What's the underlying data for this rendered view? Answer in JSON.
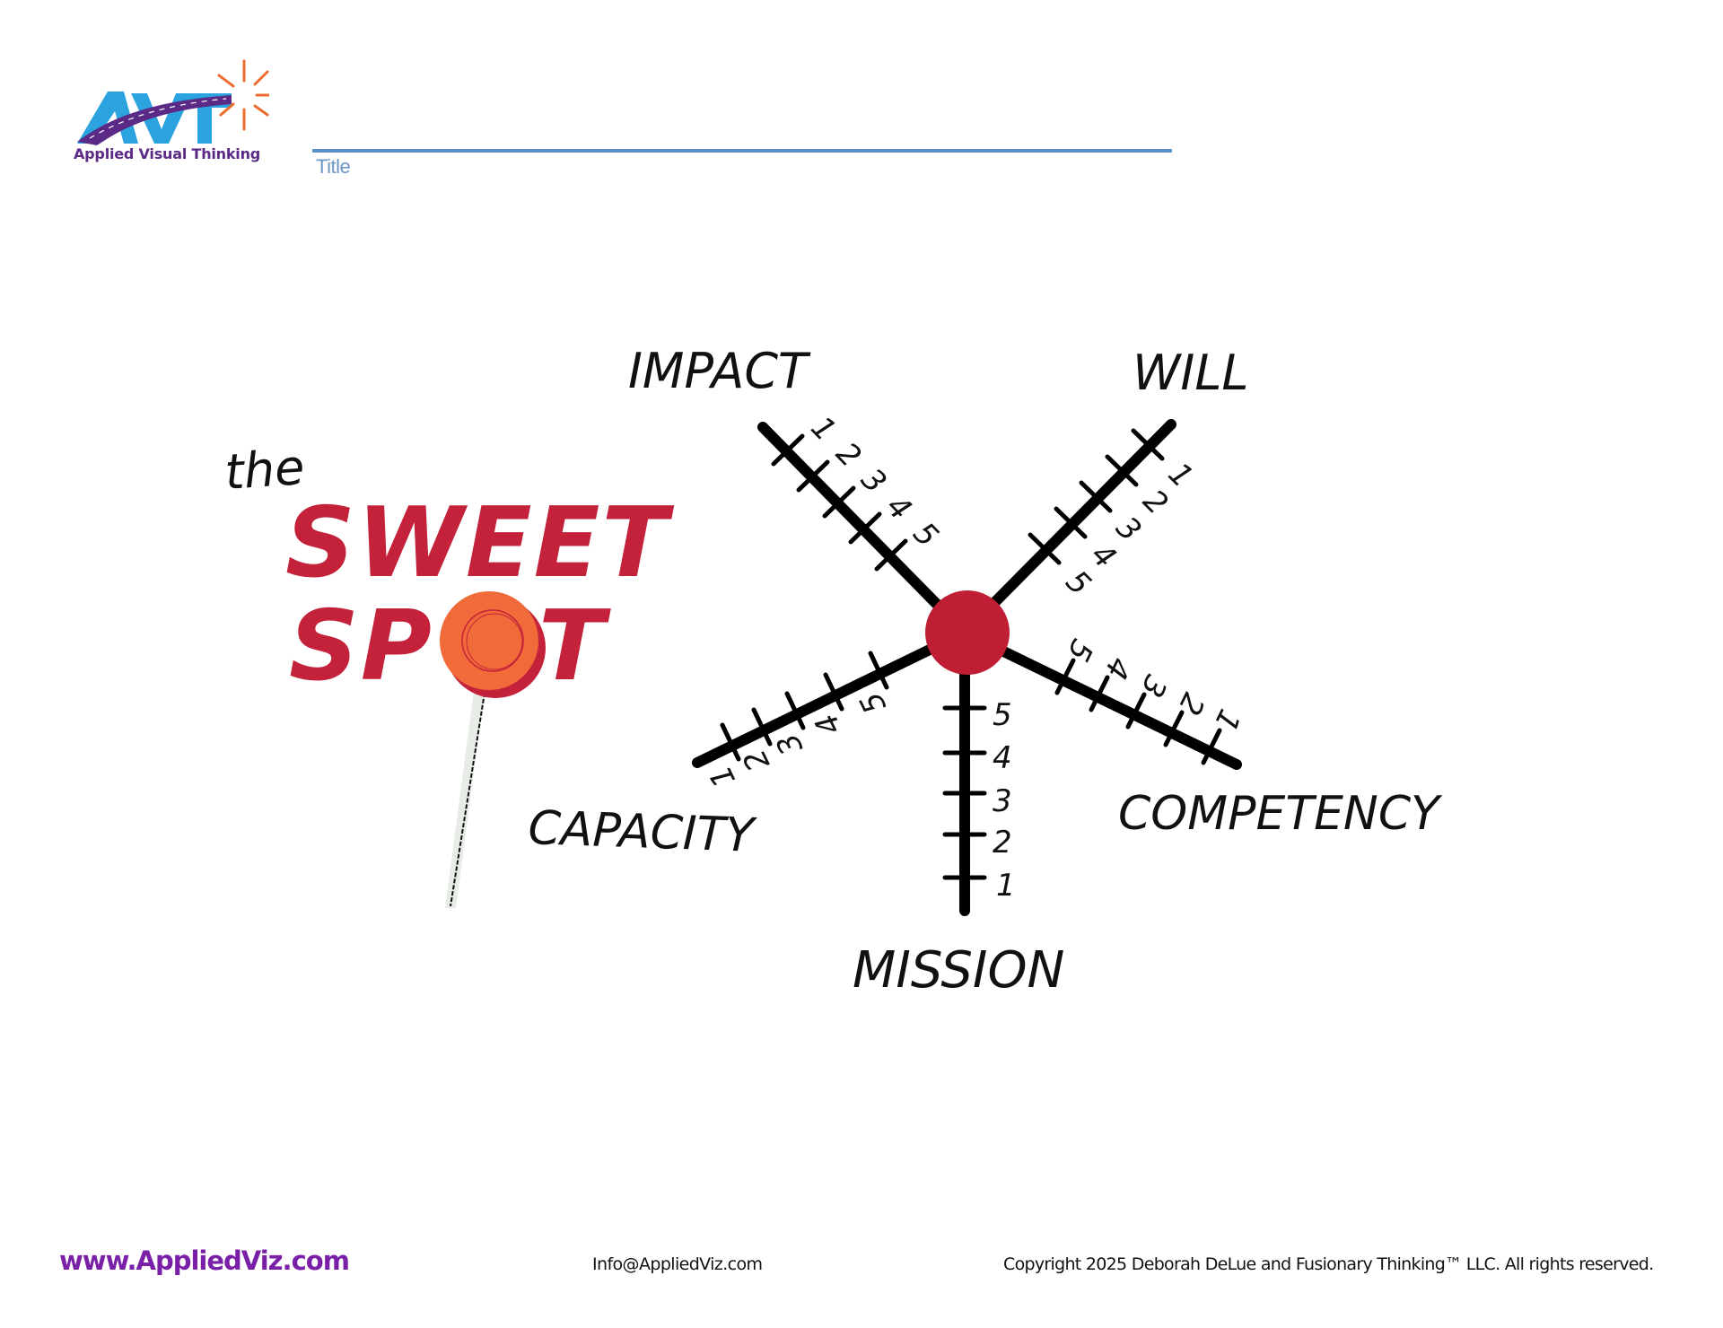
{
  "header": {
    "logo": {
      "letters": "AVT",
      "name": "Applied Visual Thinking",
      "colors": {
        "letters": "#2aa3df",
        "road": "#5b2a86",
        "spark": "#ec6c2f",
        "text": "#5b2a86"
      }
    },
    "title_label": "Title",
    "title_rule_color": "#5b93c9"
  },
  "diagram": {
    "heading_prefix": "the",
    "heading_line1": "SWEET",
    "heading_line2_left": "SP",
    "heading_line2_right": "T",
    "heading_color": "#c4213a",
    "lollipop_color": "#f06a3a",
    "center_dot_color": "#c01e35",
    "axes": [
      {
        "name": "IMPACT",
        "ticks": [
          "1",
          "2",
          "3",
          "4",
          "5"
        ]
      },
      {
        "name": "WILL",
        "ticks": [
          "1",
          "2",
          "3",
          "4",
          "5"
        ]
      },
      {
        "name": "CAPACITY",
        "ticks": [
          "1",
          "2",
          "3",
          "4",
          "5"
        ]
      },
      {
        "name": "COMPETENCY",
        "ticks": [
          "1",
          "2",
          "3",
          "4",
          "5"
        ]
      },
      {
        "name": "MISSION",
        "ticks": [
          "1",
          "2",
          "3",
          "4",
          "5"
        ]
      }
    ]
  },
  "footer": {
    "website": "www.AppliedViz.com",
    "email": "Info@AppliedViz.com",
    "copyright": "Copyright 2025 Deborah DeLue and Fusionary Thinking™ LLC. All rights reserved."
  }
}
